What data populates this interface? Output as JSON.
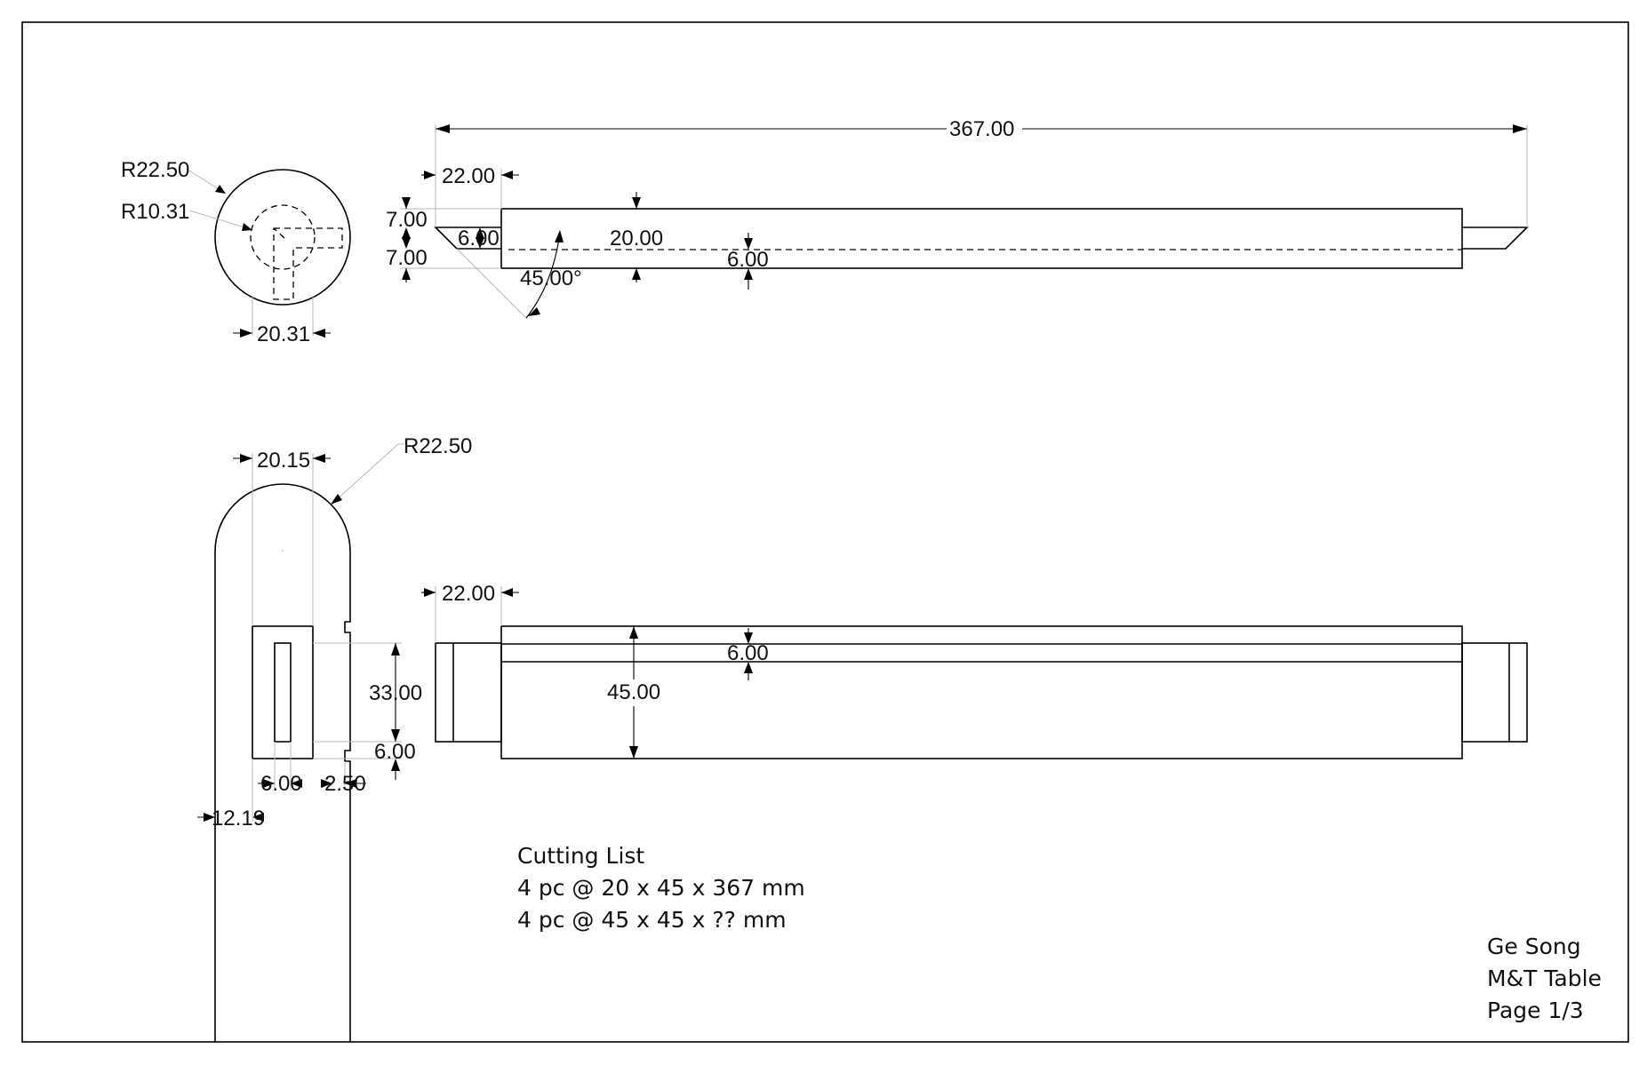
{
  "title_block": {
    "author": "Ge Song",
    "project": "M&T Table",
    "page": "Page 1/3"
  },
  "cutting_list": {
    "heading": "Cutting List",
    "items": [
      "4 pc @ 20 x 45 x 367 mm",
      "4 pc @ 45 x 45 x ?? mm"
    ]
  },
  "dimensions": {
    "end_view": {
      "outer_radius": "R22.50",
      "inner_radius": "R10.31",
      "width": "20.31"
    },
    "top_view": {
      "overall_length": "367.00",
      "tenon_length": "22.00",
      "upper_offset": "7.00",
      "lower_offset": "7.00",
      "tenon_depth": "6.00",
      "rail_thickness": "20.00",
      "groove_depth": "6.00",
      "angle": "45.00°"
    },
    "leg_view": {
      "top_width": "20.15",
      "top_radius": "R22.50",
      "mortise_height": "33.00",
      "bottom_offset": "6.00",
      "mortise_width": "6.00",
      "wall_offset": "2.50",
      "edge_offset": "12.19"
    },
    "side_view": {
      "tenon_length": "22.00",
      "groove_depth": "6.00",
      "rail_height": "45.00"
    }
  }
}
